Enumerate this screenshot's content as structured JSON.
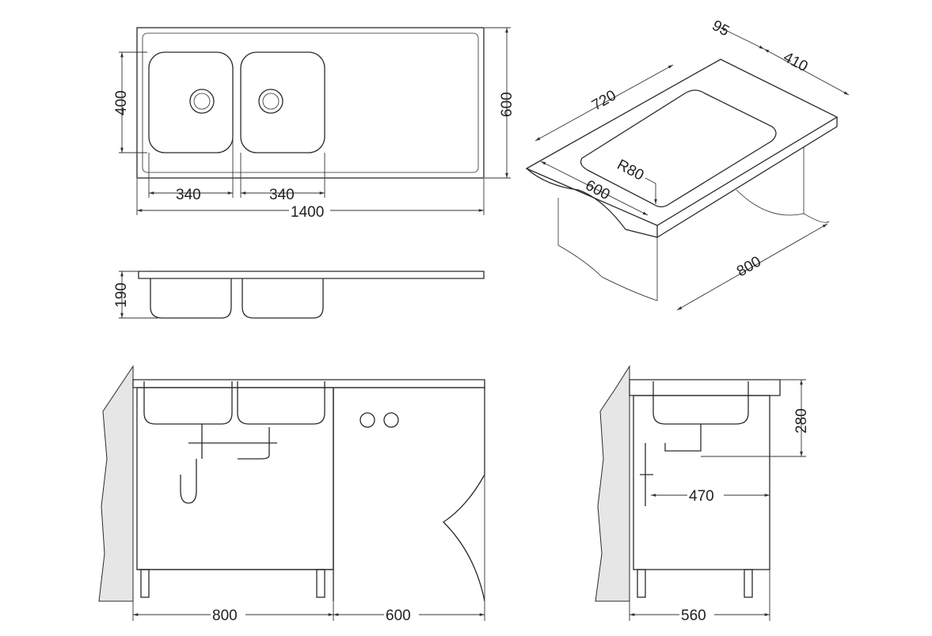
{
  "title": "Double bowl sink with drainer – technical drawing",
  "top_view": {
    "bowl_height": "400",
    "overall_depth": "600",
    "bowl_width_left": "340",
    "bowl_width_right": "340",
    "overall_width": "1400"
  },
  "side_view": {
    "depth": "190"
  },
  "iso_view": {
    "length": "720",
    "offset": "95",
    "width": "410",
    "depth": "600",
    "radius": "R80",
    "cabinet": "800"
  },
  "front_install": {
    "cabinet_left": "800",
    "cabinet_right": "600"
  },
  "side_install": {
    "height": "280",
    "drain_distance": "470",
    "cabinet_depth": "560"
  }
}
